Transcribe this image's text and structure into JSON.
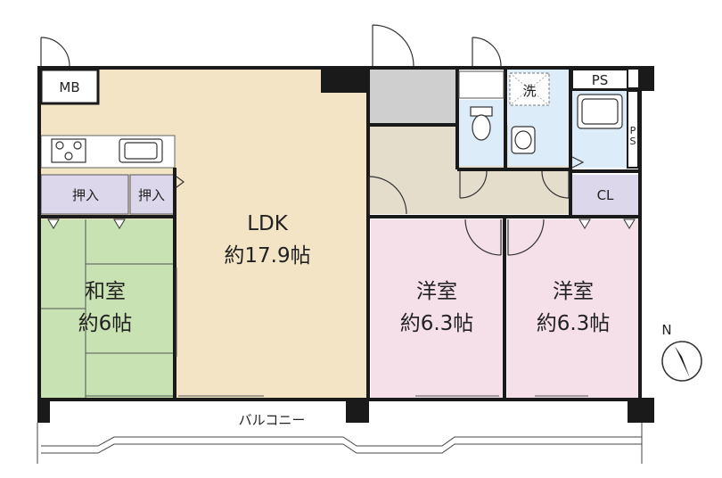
{
  "rooms": {
    "ldk": {
      "name": "LDK",
      "size": "約17.9帖"
    },
    "washitsu": {
      "name": "和室",
      "size": "約6帖"
    },
    "yoshitsu_1": {
      "name": "洋室",
      "size": "約6.3帖"
    },
    "yoshitsu_2": {
      "name": "洋室",
      "size": "約6.3帖"
    }
  },
  "labels": {
    "mb": "MB",
    "ps_top": "PS",
    "ps_side_1": "P",
    "ps_side_2": "S",
    "cl": "CL",
    "oshiire_1": "押入",
    "oshiire_2": "押入",
    "sentaku": "洗",
    "balcony": "バルコニー",
    "north": "N"
  },
  "colors": {
    "ldk": "#f3e4c6",
    "washitsu": "#c9e2b3",
    "yoshitsu": "#f5dfe9",
    "corridor": "#e4ddcc",
    "entrance": "#cfcfcf",
    "wet": "#dcecf8",
    "storage": "#dcd7ea",
    "wall": "#1a1a1a"
  }
}
